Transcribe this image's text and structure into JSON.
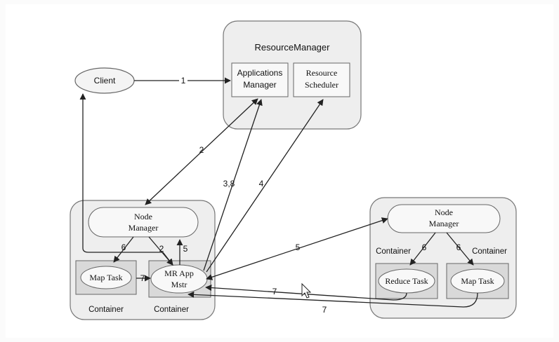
{
  "resource_manager": {
    "title": "ResourceManager",
    "applications_manager": [
      "Applications",
      "Manager"
    ],
    "resource_scheduler": [
      "Resource",
      "Scheduler"
    ]
  },
  "client": "Client",
  "left_node": {
    "node_manager": [
      "Node",
      "Manager"
    ],
    "map_task": "Map Task",
    "mr_app_master": [
      "MR App",
      "Mstr"
    ],
    "container_left": "Container",
    "container_right": "Container"
  },
  "right_node": {
    "node_manager": [
      "Node",
      "Manager"
    ],
    "reduce_task": "Reduce Task",
    "map_task": "Map Task",
    "container_left": "Container",
    "container_right": "Container"
  },
  "edge_labels": {
    "client_to_am": "1",
    "am_to_nm": "2",
    "mr_to_am": "3,8",
    "mr_to_scheduler": "4",
    "mr_to_right_nm": "5",
    "nm_to_mr_5": "5",
    "nm_to_map": "6",
    "nm_to_mr_2": "2",
    "map_to_mr": "7",
    "right_nm_to_reduce": "6",
    "right_nm_to_map": "6",
    "reduce_to_mr": "7",
    "right_map_to_mr": "7"
  },
  "colors": {
    "panel_fill": "#eeeeee",
    "box_fill": "#f6f6f6",
    "inner_fill": "#d9d9d9",
    "stroke": "#555555",
    "arrow": "#222222"
  }
}
